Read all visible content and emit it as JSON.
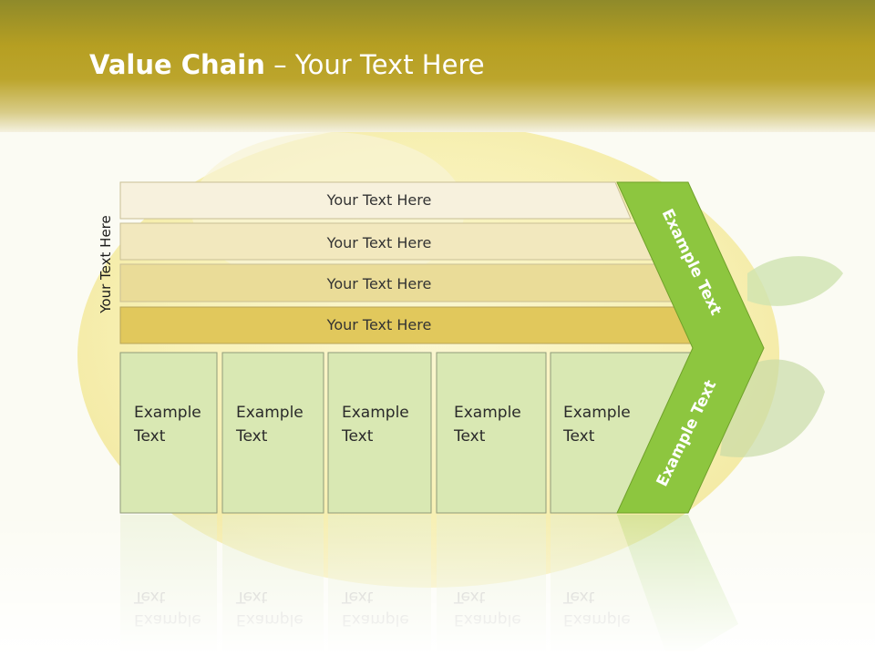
{
  "slide": {
    "title_bold": "Value Chain",
    "title_rest": " – Your Text Here",
    "side_label": "Your Text Here"
  },
  "rows": [
    "Your Text Here",
    "Your Text Here",
    "Your Text Here",
    "Your Text Here"
  ],
  "cards": [
    {
      "line1": "Example",
      "line2": "Text"
    },
    {
      "line1": "Example",
      "line2": "Text"
    },
    {
      "line1": "Example",
      "line2": "Text"
    },
    {
      "line1": "Example",
      "line2": "Text"
    },
    {
      "line1": "Example",
      "line2": "Text"
    }
  ],
  "chevron": {
    "top_text": "Example Text",
    "bottom_text": "Example Text",
    "color": "#8dc63f"
  },
  "colors": {
    "header": "#b69f22",
    "row_fills": [
      "#f7f1dd",
      "#f2e8be",
      "#eadc98",
      "#e1c85c"
    ],
    "card_fill": "#d9e8b3"
  }
}
